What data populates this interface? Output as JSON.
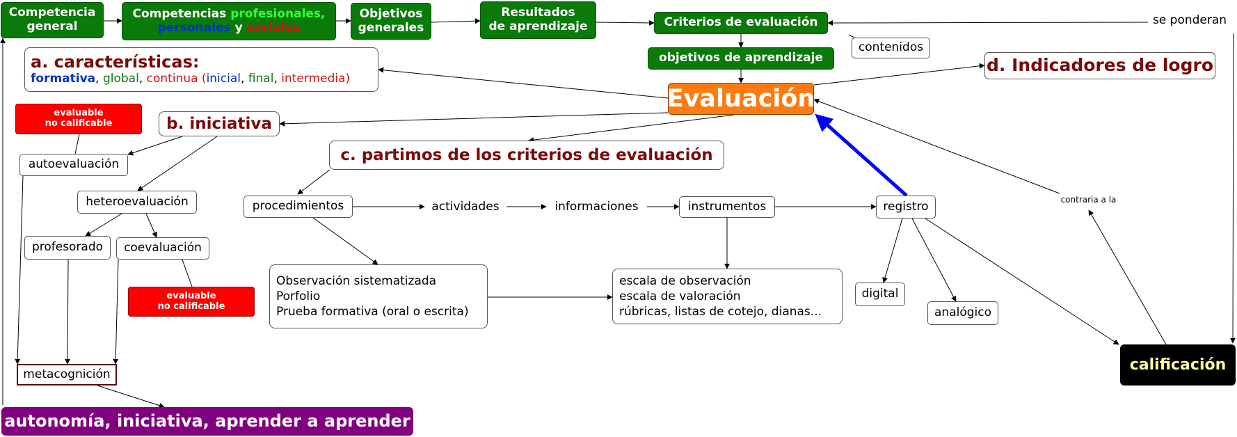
{
  "colors": {
    "green_box": "#0a7a0a",
    "lime_text": "#33ff33",
    "blue_text": "#0033cc",
    "red_text": "#dd1111",
    "heading_maroon": "#7a0a0a",
    "evaluacion_orange": "#ff7a10",
    "autonomia_purple": "#800080",
    "calificacion_black": "#000000",
    "calificacion_text": "#ffff99",
    "alert_red": "#ff0000",
    "highlight_arrow": "#0000ff"
  },
  "nodes": {
    "competencia_general": {
      "line1": "Competencia",
      "line2": "general"
    },
    "competencias": {
      "prefix": "Competencias ",
      "profesionales": "profesionales,",
      "personales": "personales",
      "y": " y ",
      "sociales": "sociales"
    },
    "objetivos_generales": {
      "line1": "Objetivos",
      "line2": "generales"
    },
    "resultados": {
      "line1": "Resultados",
      "line2": "de aprendizaje"
    },
    "criterios": "Criterios de evaluación",
    "se_ponderan": "se ponderan",
    "contenidos": "contenidos",
    "objetivos_aprendizaje": "objetivos de aprendizaje",
    "caracteristicas": {
      "title": "a. características:",
      "formativa": "formativa",
      "sep1": ", ",
      "global": "global",
      "sep2": ", ",
      "continua": "continua (",
      "inicial": "inicial",
      "sep3": ", ",
      "final": "final",
      "sep4": ", ",
      "intermedia": "intermedia)"
    },
    "indicadores": "d. Indicadores de logro",
    "evaluacion": "Evaluación",
    "evaluable_1": {
      "line1": "evaluable",
      "line2": "no calificable"
    },
    "iniciativa": "b. iniciativa",
    "autoevaluacion": "autoevaluación",
    "partimos": "c. partimos de los criterios de evaluación",
    "heteroevaluacion": "heteroevaluación",
    "procedimientos": "procedimientos",
    "actividades": "actividades",
    "informaciones": "informaciones",
    "instrumentos": "instrumentos",
    "registro": "registro",
    "contraria": "contraria a la",
    "profesorado": "profesorado",
    "coevaluacion": "coevaluación",
    "evaluable_2": {
      "line1": "evaluable",
      "line2": "no calificable"
    },
    "observacion": {
      "line1": "Observación sistematizada",
      "line2": "Porfolio",
      "line3": "Prueba formativa (oral o escrita)"
    },
    "escalas": {
      "line1": "escala de observación",
      "line2": "escala de valoración",
      "line3": "rúbricas, listas de cotejo, dianas..."
    },
    "digital": "digital",
    "analogico": "analógico",
    "calificacion": "calificación",
    "metacognicion": "metacognición",
    "autonomia": "autonomía, iniciativa, aprender a aprender"
  }
}
